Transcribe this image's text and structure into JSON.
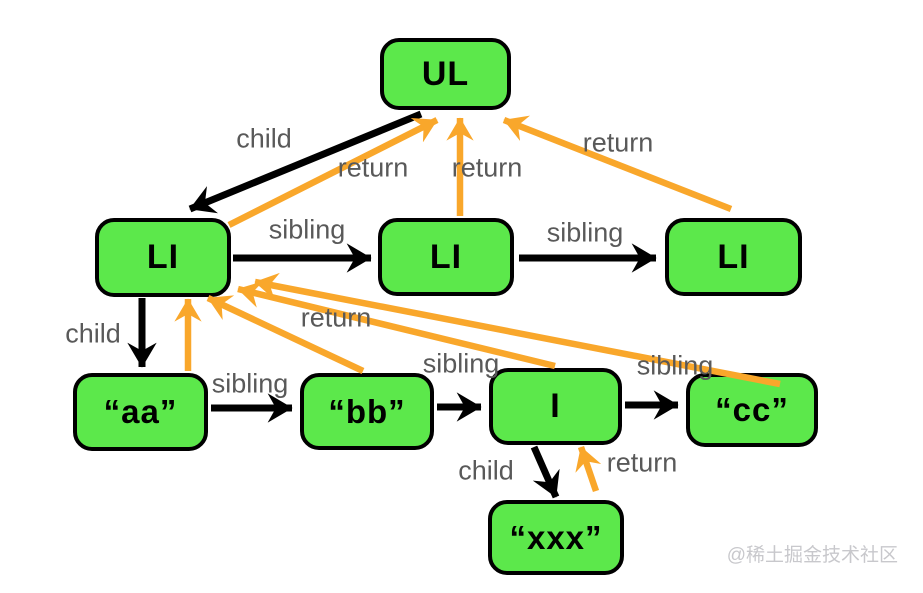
{
  "diagram": {
    "type": "dom-tree-traversal-diagram",
    "colors": {
      "node_fill": "#5ce84b",
      "node_border": "#000000",
      "structure_arrow": "#000000",
      "return_arrow": "#f9a72b",
      "edge_label_text": "#595959",
      "watermark_text": "#c8c8cc",
      "background": "#ffffff"
    },
    "nodes": {
      "ul": "UL",
      "li_left": "LI",
      "li_middle": "LI",
      "li_right": "LI",
      "aa": "“aa”",
      "bb": "“bb”",
      "i": "I",
      "cc": "“cc”",
      "xxx": "“xxx”"
    },
    "edge_labels": {
      "child_ul_li": "child",
      "return_li_left_ul": "return",
      "return_li_middle_ul": "return",
      "return_li_right_ul": "return",
      "sibling_li_left_middle": "sibling",
      "sibling_li_middle_right": "sibling",
      "child_li_aa": "child",
      "return_children_li": "return",
      "sibling_aa_bb": "sibling",
      "sibling_bb_i": "sibling",
      "sibling_i_cc": "sibling",
      "child_i_xxx": "child",
      "return_xxx_i": "return"
    },
    "watermark": "@稀土掘金技术社区"
  }
}
